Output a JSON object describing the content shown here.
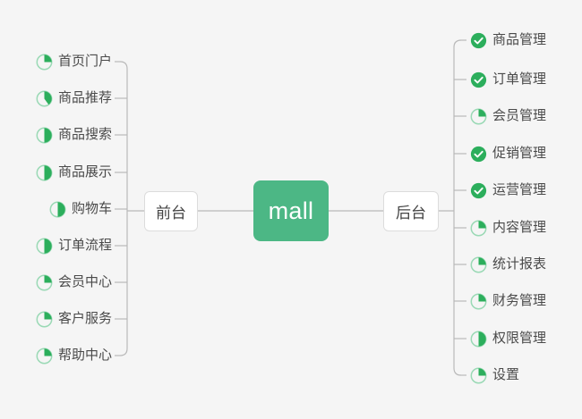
{
  "diagram": {
    "type": "mindmap",
    "title": "mall",
    "background_color": "#f5f5f5",
    "accent_color": "#4CB785",
    "icon_green": "#2CAE5C",
    "icon_ring": "#9ad9b5",
    "center": {
      "label": "mall"
    },
    "branches": [
      {
        "id": "front",
        "label": "前台",
        "side": "left"
      },
      {
        "id": "back",
        "label": "后台",
        "side": "right"
      }
    ]
  },
  "left_branch": {
    "label": "前台",
    "items": [
      {
        "label": "首页门户",
        "icon": "pie-progress-icon",
        "progress": 25
      },
      {
        "label": "商品推荐",
        "icon": "pie-progress-icon",
        "progress": 40
      },
      {
        "label": "商品搜索",
        "icon": "pie-progress-icon",
        "progress": 50
      },
      {
        "label": "商品展示",
        "icon": "pie-progress-icon",
        "progress": 50
      },
      {
        "label": "购物车",
        "icon": "pie-progress-icon",
        "progress": 50
      },
      {
        "label": "订单流程",
        "icon": "pie-progress-icon",
        "progress": 50
      },
      {
        "label": "会员中心",
        "icon": "pie-progress-icon",
        "progress": 25
      },
      {
        "label": "客户服务",
        "icon": "pie-progress-icon",
        "progress": 25
      },
      {
        "label": "帮助中心",
        "icon": "pie-progress-icon",
        "progress": 25
      }
    ]
  },
  "right_branch": {
    "label": "后台",
    "items": [
      {
        "label": "商品管理",
        "icon": "check-circle-icon",
        "progress": 100
      },
      {
        "label": "订单管理",
        "icon": "check-circle-icon",
        "progress": 100
      },
      {
        "label": "会员管理",
        "icon": "pie-progress-icon",
        "progress": 25
      },
      {
        "label": "促销管理",
        "icon": "check-circle-icon",
        "progress": 100
      },
      {
        "label": "运营管理",
        "icon": "check-circle-icon",
        "progress": 100
      },
      {
        "label": "内容管理",
        "icon": "pie-progress-icon",
        "progress": 25
      },
      {
        "label": "统计报表",
        "icon": "pie-progress-icon",
        "progress": 25
      },
      {
        "label": "财务管理",
        "icon": "pie-progress-icon",
        "progress": 25
      },
      {
        "label": "权限管理",
        "icon": "pie-progress-icon",
        "progress": 50
      },
      {
        "label": "设置",
        "icon": "pie-progress-icon",
        "progress": 25
      }
    ]
  }
}
